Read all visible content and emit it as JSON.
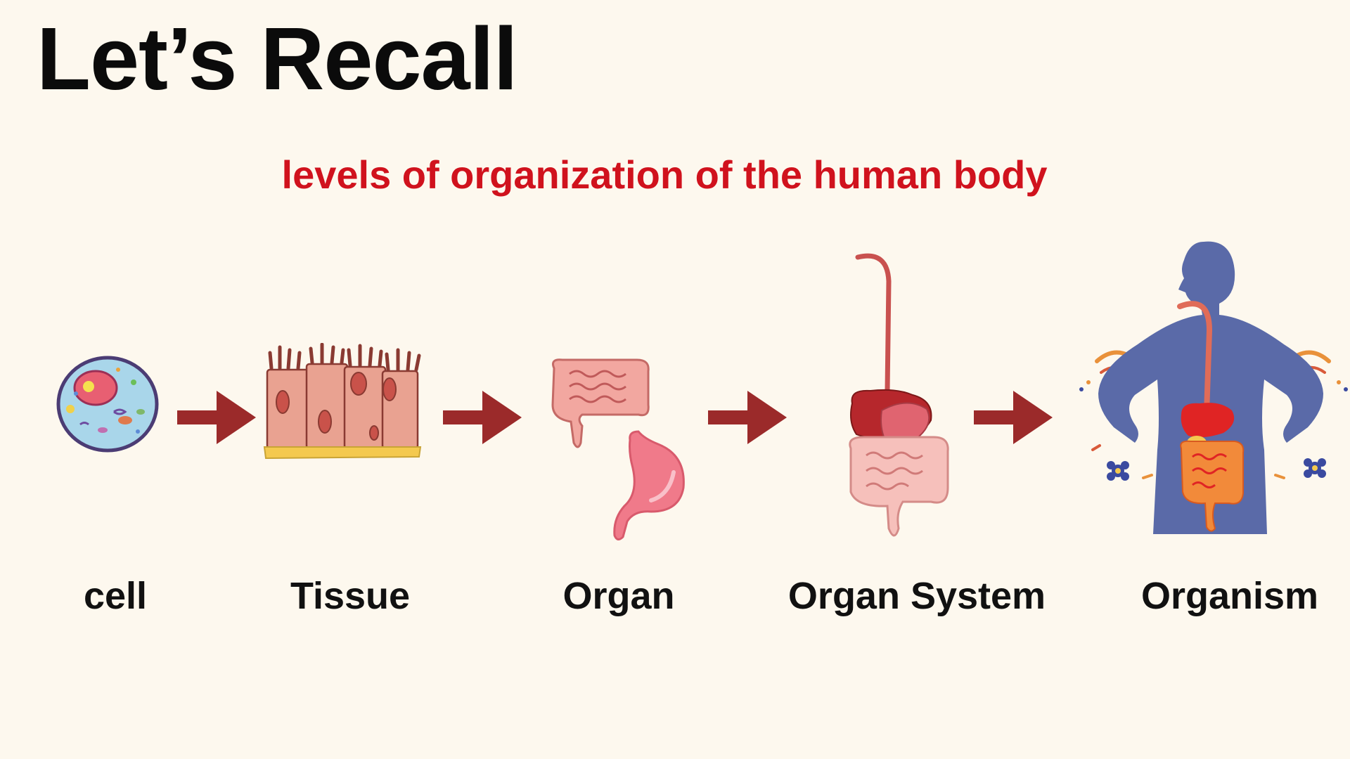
{
  "title": "Let’s Recall",
  "subtitle": "levels of organization of the human body",
  "stages": [
    {
      "label": "cell",
      "icon": "cell-icon"
    },
    {
      "label": "Tissue",
      "icon": "tissue-icon"
    },
    {
      "label": "Organ",
      "icon": "organ-icon"
    },
    {
      "label": "Organ System",
      "icon": "organ-system-icon"
    },
    {
      "label": "Organism",
      "icon": "organism-icon"
    }
  ],
  "colors": {
    "background": "#fdf8ee",
    "title": "#0b0b0b",
    "subtitle": "#d0121d",
    "arrow": "#9b2a2a",
    "body": "#5a6aa8"
  }
}
